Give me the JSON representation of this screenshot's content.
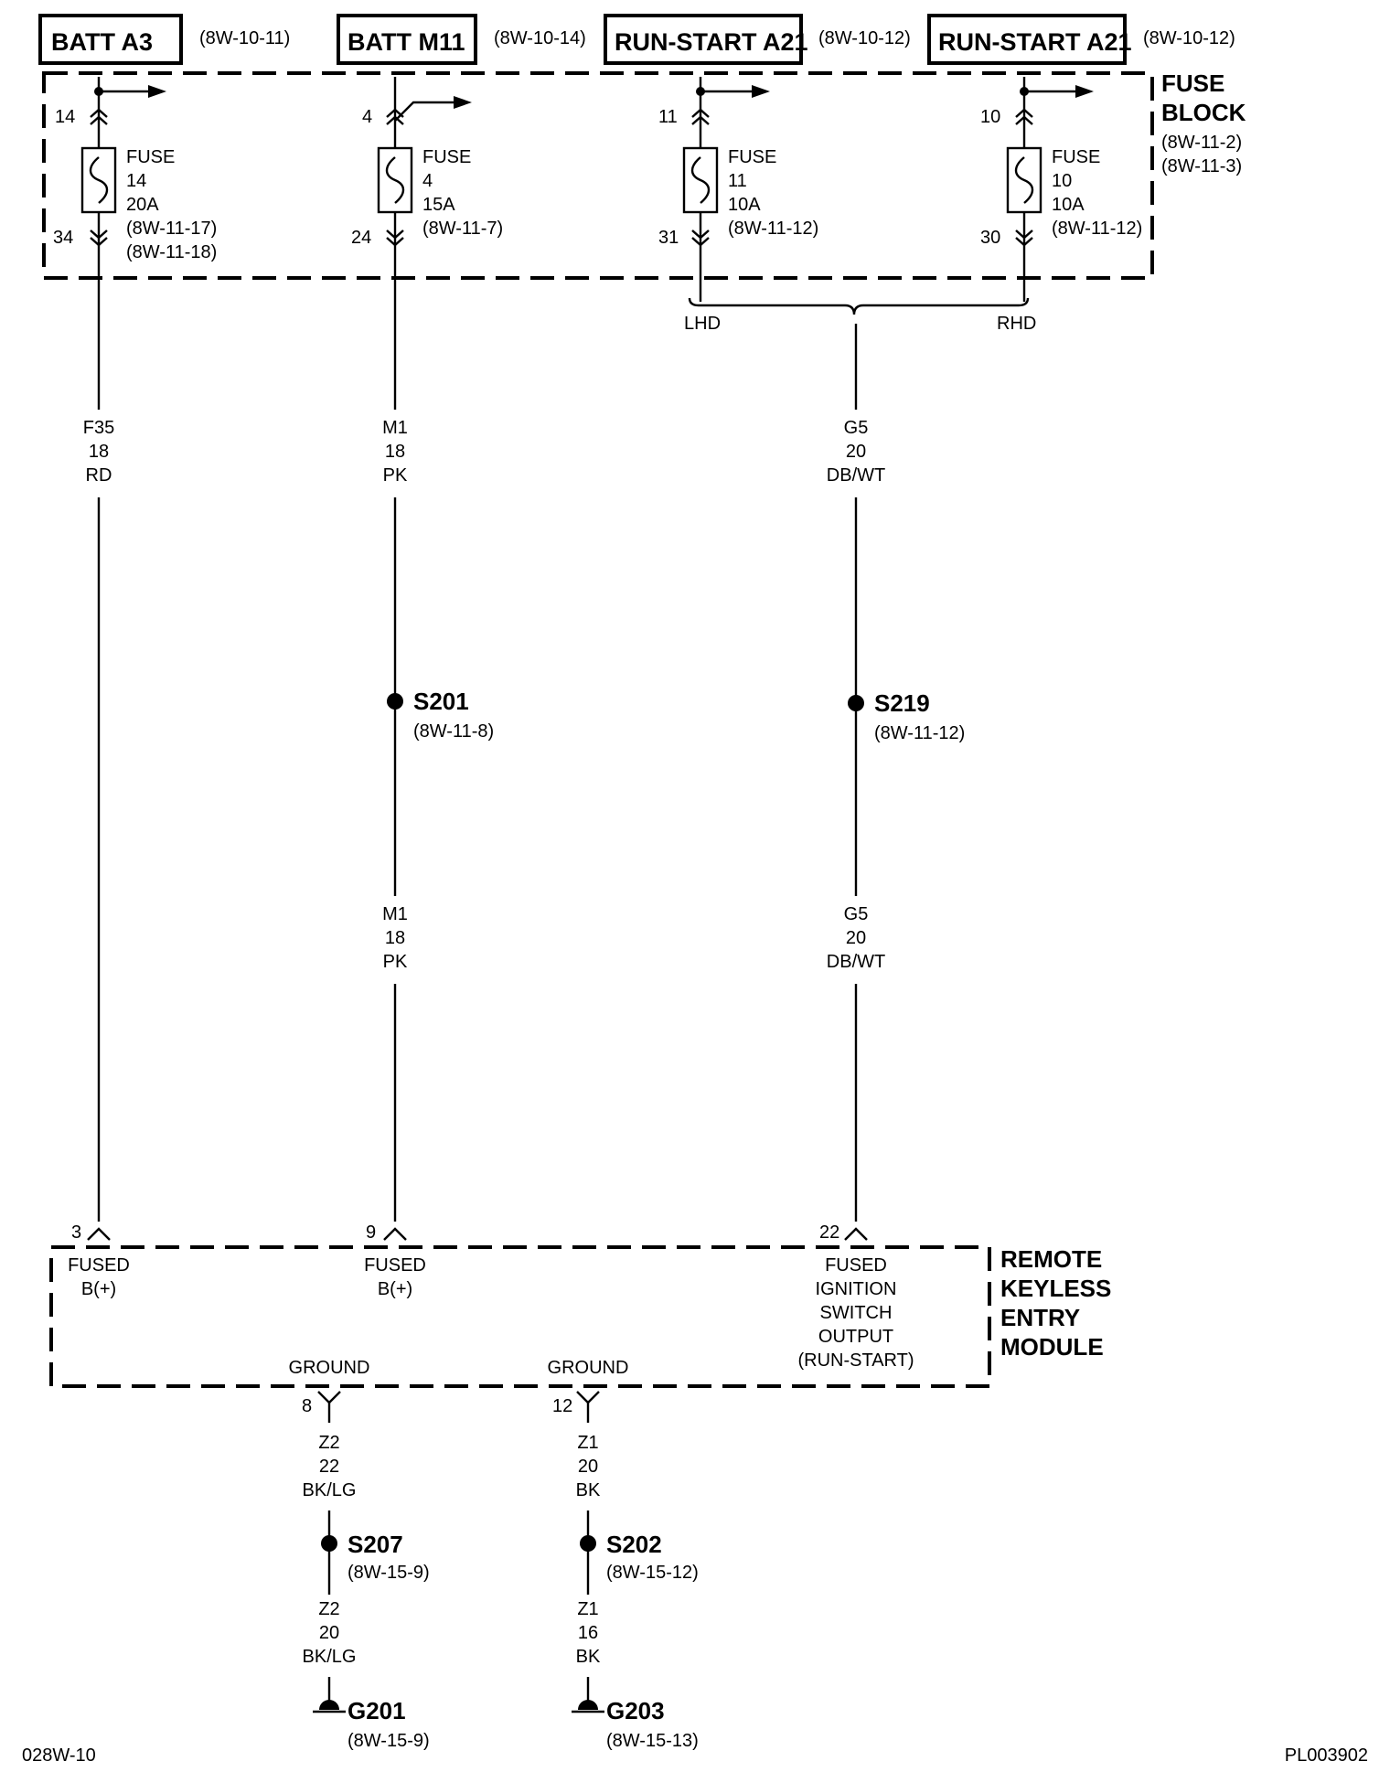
{
  "sources": [
    {
      "label": "BATT A3",
      "ref": "(8W-10-11)"
    },
    {
      "label": "BATT M11",
      "ref": "(8W-10-14)"
    },
    {
      "label": "RUN-START A21",
      "ref": "(8W-10-12)"
    },
    {
      "label": "RUN-START A21",
      "ref": "(8W-10-12)"
    }
  ],
  "fuse_block": {
    "title_lines": [
      "FUSE",
      "BLOCK"
    ],
    "refs": [
      "(8W-11-2)",
      "(8W-11-3)"
    ]
  },
  "fuses": [
    {
      "top_pin": "14",
      "bottom_pin": "34",
      "lines": [
        "FUSE",
        "14",
        "20A",
        "(8W-11-17)",
        "(8W-11-18)"
      ]
    },
    {
      "top_pin": "4",
      "bottom_pin": "24",
      "lines": [
        "FUSE",
        "4",
        "15A",
        "(8W-11-7)"
      ]
    },
    {
      "top_pin": "11",
      "bottom_pin": "31",
      "lines": [
        "FUSE",
        "11",
        "10A",
        "(8W-11-12)"
      ]
    },
    {
      "top_pin": "10",
      "bottom_pin": "30",
      "lines": [
        "FUSE",
        "10",
        "10A",
        "(8W-11-12)"
      ]
    }
  ],
  "drive_options": {
    "left": "LHD",
    "right": "RHD"
  },
  "wires": [
    {
      "lines": [
        "F35",
        "18",
        "RD"
      ]
    },
    {
      "lines": [
        "M1",
        "18",
        "PK"
      ]
    },
    {
      "lines": [
        "G5",
        "20",
        "DB/WT"
      ]
    },
    {
      "lines": [
        "M1",
        "18",
        "PK"
      ]
    },
    {
      "lines": [
        "G5",
        "20",
        "DB/WT"
      ]
    },
    {
      "lines": [
        "Z2",
        "22",
        "BK/LG"
      ]
    },
    {
      "lines": [
        "Z1",
        "20",
        "BK"
      ]
    },
    {
      "lines": [
        "Z2",
        "20",
        "BK/LG"
      ]
    },
    {
      "lines": [
        "Z1",
        "16",
        "BK"
      ]
    }
  ],
  "splices": [
    {
      "id": "S201",
      "ref": "(8W-11-8)"
    },
    {
      "id": "S219",
      "ref": "(8W-11-12)"
    },
    {
      "id": "S207",
      "ref": "(8W-15-9)"
    },
    {
      "id": "S202",
      "ref": "(8W-15-12)"
    }
  ],
  "grounds": [
    {
      "id": "G201",
      "ref": "(8W-15-9)"
    },
    {
      "id": "G203",
      "ref": "(8W-15-13)"
    }
  ],
  "module": {
    "title_lines": [
      "REMOTE",
      "KEYLESS",
      "ENTRY",
      "MODULE"
    ],
    "pins": [
      {
        "pin": "3",
        "lines": [
          "FUSED",
          "B(+)"
        ]
      },
      {
        "pin": "9",
        "lines": [
          "FUSED",
          "B(+)"
        ]
      },
      {
        "pin": "22",
        "lines": [
          "FUSED",
          "IGNITION",
          "SWITCH",
          "OUTPUT",
          "(RUN-START)"
        ]
      },
      {
        "pin": "8",
        "lines": [
          "GROUND"
        ]
      },
      {
        "pin": "12",
        "lines": [
          "GROUND"
        ]
      }
    ]
  },
  "footer": {
    "left": "028W-10",
    "right": "PL003902"
  }
}
